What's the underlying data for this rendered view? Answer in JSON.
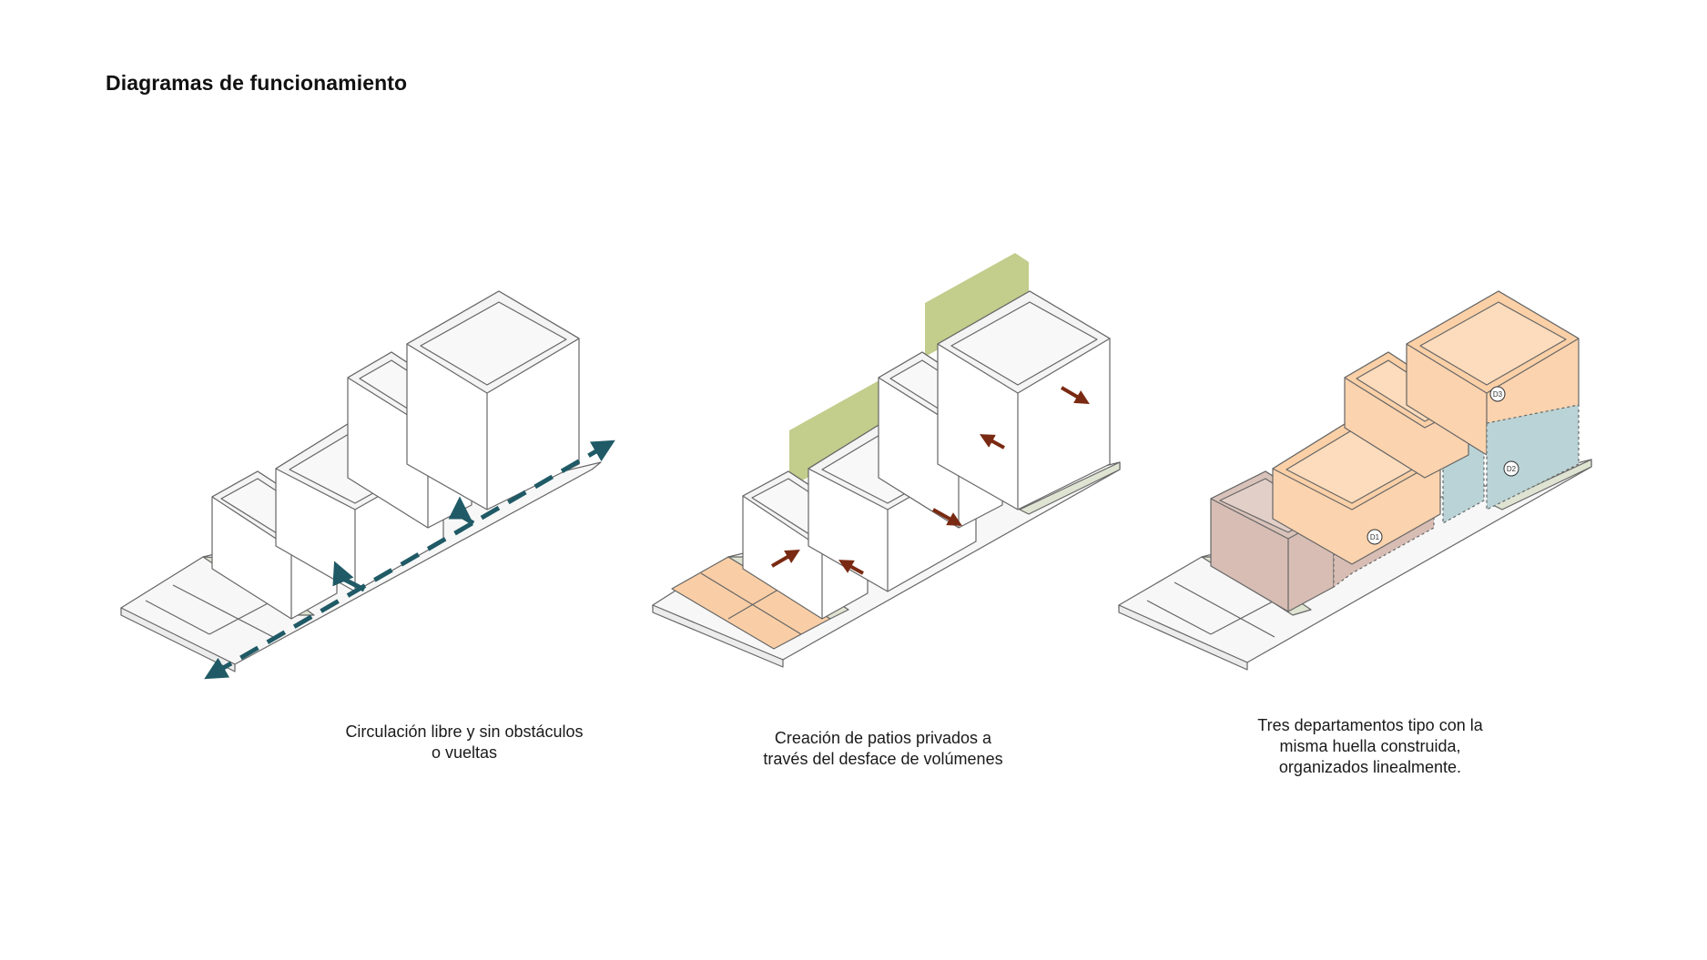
{
  "title": "Diagramas de funcionamiento",
  "diagrams": [
    {
      "caption_lines": [
        "Circulación libre y sin obstáculos",
        "o vueltas"
      ]
    },
    {
      "caption_lines": [
        "Creación de patios privados a",
        "través del desface de volúmenes"
      ]
    },
    {
      "caption_lines": [
        "Tres departamentos tipo con la",
        "misma huella construida,",
        "organizados linealmente."
      ],
      "unit_labels": [
        "D1",
        "D2",
        "D3"
      ]
    }
  ],
  "colors": {
    "line": "#666666",
    "roof_fill": "#f4f4f4",
    "wall_fill": "#ffffff",
    "strip": "#dfe3d2",
    "circulation": "#1f5a66",
    "arrow": "#7a2a12",
    "greenery": "#c3cd8c",
    "patio": "#f9cea6",
    "unit_d1": "#d7bdb4",
    "unit_d2": "#b9d3d6",
    "unit_d3": "#fbd3ae"
  }
}
